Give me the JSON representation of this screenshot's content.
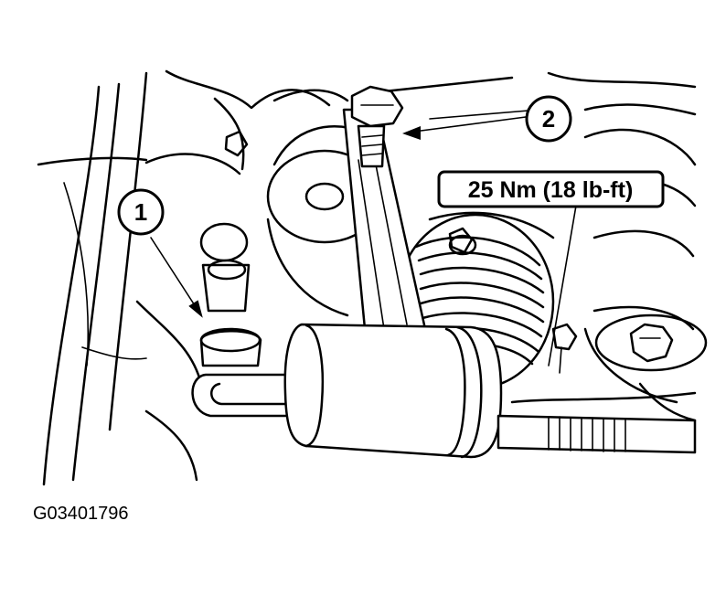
{
  "figure": {
    "id_label": "G03401796",
    "callouts": [
      {
        "number": "1"
      },
      {
        "number": "2"
      }
    ],
    "torque_spec": "25 Nm (18 lb-ft)"
  }
}
